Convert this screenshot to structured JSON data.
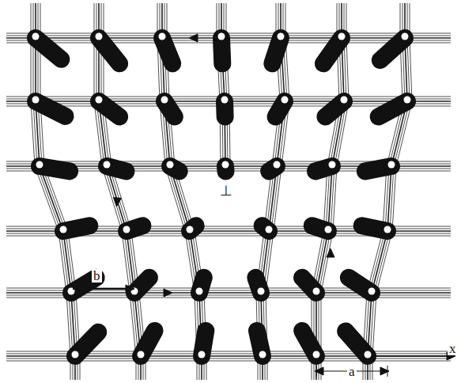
{
  "diagram": {
    "labels": [
      "⊥",
      "b",
      "a",
      "x"
    ]
  }
}
